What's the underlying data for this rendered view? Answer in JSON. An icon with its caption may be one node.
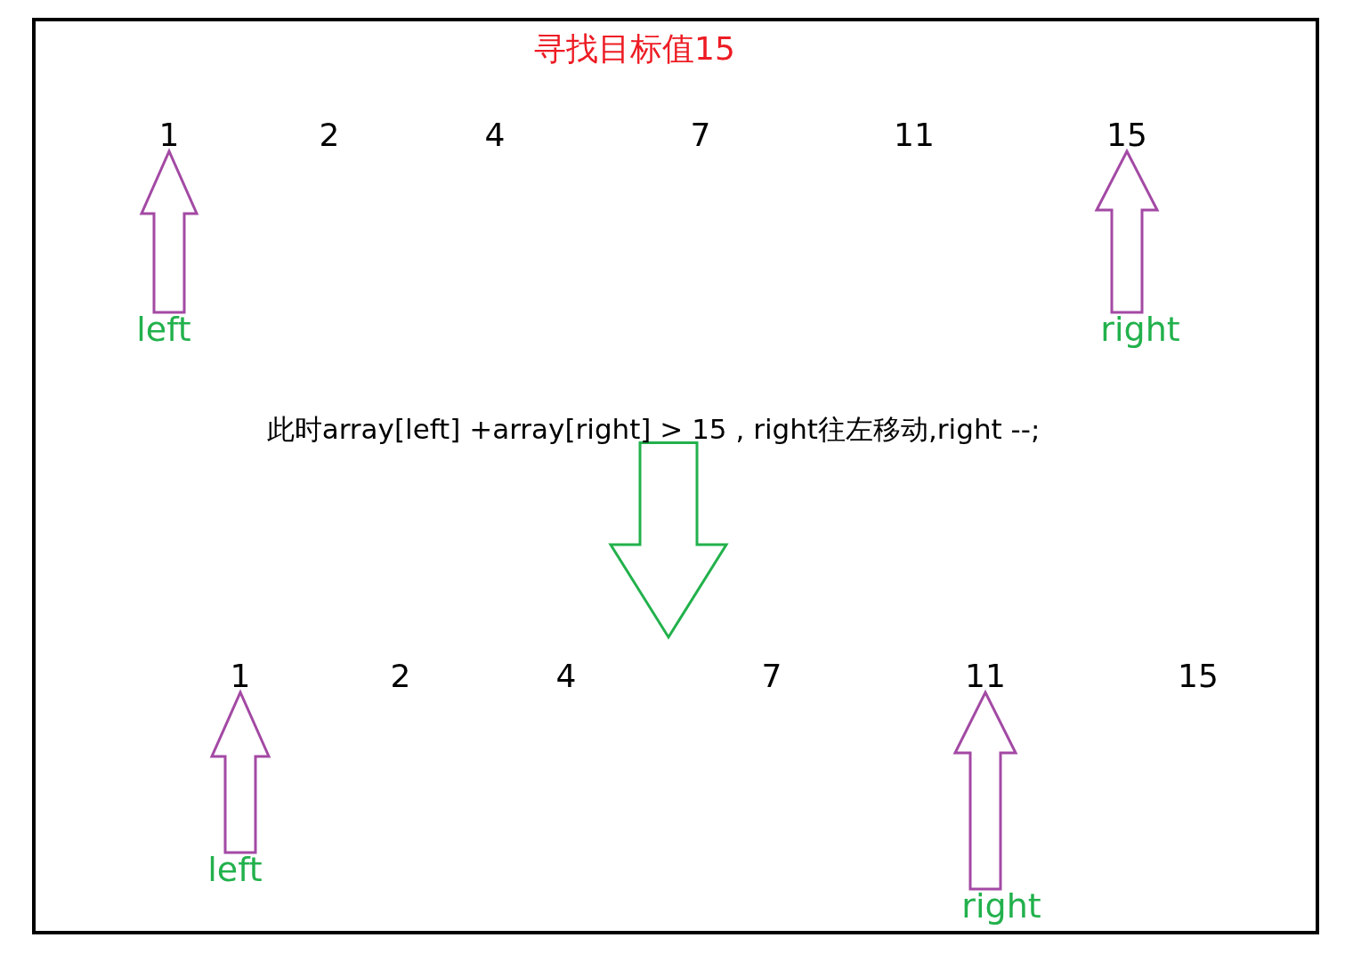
{
  "diagram": {
    "title": "寻找目标值15",
    "nodes": [
      {
        "text": [
          "1"
        ]
      },
      {
        "text": [
          "2"
        ]
      },
      {
        "text": [
          "4"
        ]
      },
      {
        "text": [
          "7"
        ]
      },
      {
        "text": [
          "11"
        ]
      },
      {
        "text": [
          "15"
        ]
      },
      {
        "text": [
          "left"
        ]
      },
      {
        "text": [
          "right"
        ]
      },
      {
        "text": [
          "此时array[left] +array[right] > 15 , right往左移动,right --;"
        ]
      },
      {
        "text": [
          "1"
        ]
      },
      {
        "text": [
          "2"
        ]
      },
      {
        "text": [
          "4"
        ]
      },
      {
        "text": [
          "7"
        ]
      },
      {
        "text": [
          "11"
        ]
      },
      {
        "text": [
          "15"
        ]
      },
      {
        "text": [
          "left"
        ]
      },
      {
        "text": [
          "right"
        ]
      }
    ],
    "edges": [
      {
        "from": 6,
        "to": 0,
        "arrow": "to"
      },
      {
        "from": 7,
        "to": 5,
        "arrow": "to"
      },
      {
        "from": 8,
        "to": null,
        "arrow": "to",
        "color": "#22b14c"
      },
      {
        "from": 15,
        "to": 9,
        "arrow": "to"
      },
      {
        "from": 16,
        "to": 13,
        "arrow": "to"
      }
    ]
  }
}
